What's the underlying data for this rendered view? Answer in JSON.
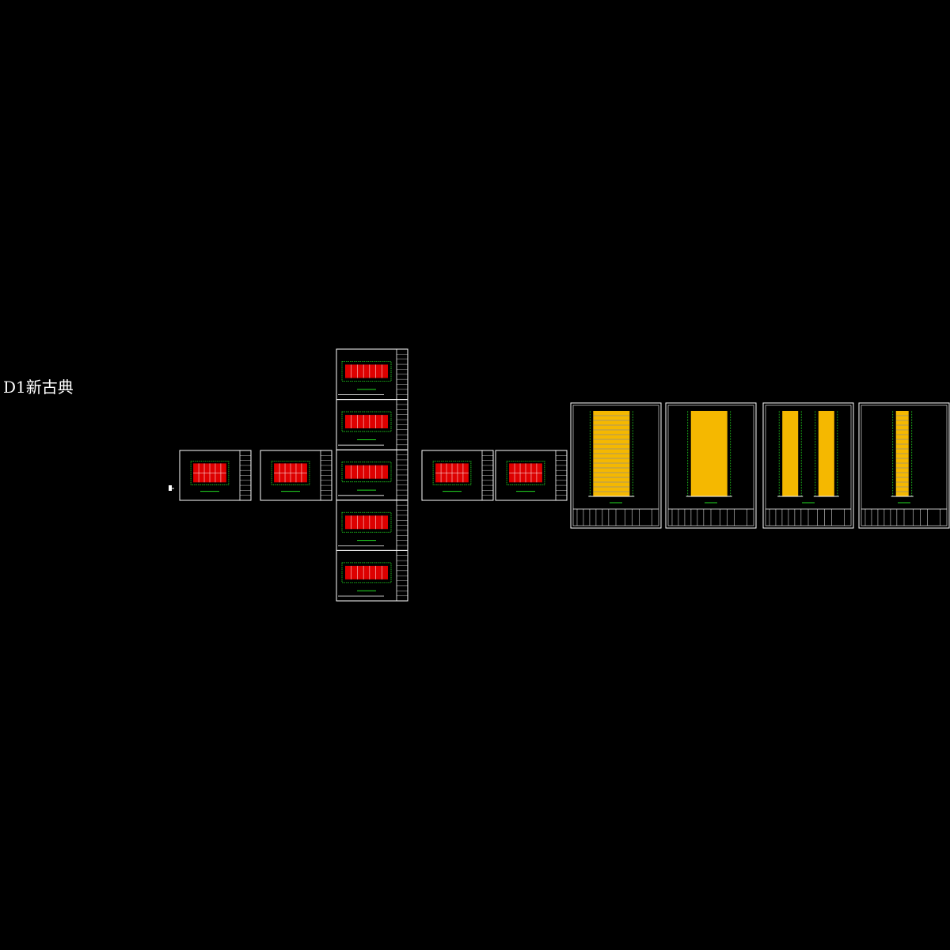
{
  "document": {
    "title": "D1新古典"
  },
  "palette": {
    "background": "#000000",
    "frame": "#ffffff",
    "wall": "#dd0000",
    "dimension": "#22dd22",
    "facade": "#f5b800",
    "grid": "#3a6bff",
    "highlight": "#ffff00"
  },
  "sheets": {
    "floor_plans": [
      {
        "id": "plan-1",
        "kind": "floor-plan"
      },
      {
        "id": "plan-2",
        "kind": "floor-plan"
      },
      {
        "id": "plan-stack-1",
        "kind": "floor-plan"
      },
      {
        "id": "plan-stack-2",
        "kind": "floor-plan"
      },
      {
        "id": "plan-stack-3",
        "kind": "floor-plan"
      },
      {
        "id": "plan-stack-4",
        "kind": "floor-plan"
      },
      {
        "id": "plan-stack-5",
        "kind": "floor-plan"
      },
      {
        "id": "plan-3",
        "kind": "floor-plan"
      },
      {
        "id": "plan-4",
        "kind": "floor-plan"
      }
    ],
    "elevations": [
      {
        "id": "elevation-1",
        "kind": "elevation-front"
      },
      {
        "id": "elevation-2",
        "kind": "elevation-rear"
      },
      {
        "id": "elevation-3",
        "kind": "elevation-sides"
      },
      {
        "id": "elevation-4",
        "kind": "section"
      }
    ]
  }
}
